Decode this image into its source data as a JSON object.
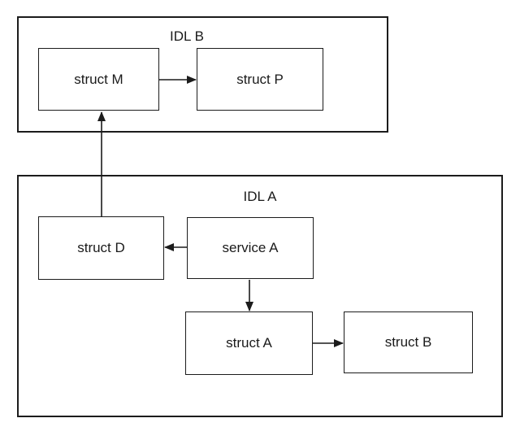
{
  "diagram": {
    "type": "block-diagram",
    "background_color": "#ffffff",
    "line_color": "#1c1c1c",
    "text_color": "#1a1a1a",
    "groups": [
      {
        "label": "IDL B"
      },
      {
        "label": "IDL A"
      }
    ],
    "nodes": [
      {
        "label": "struct M",
        "group": "IDL B"
      },
      {
        "label": "struct P",
        "group": "IDL B"
      },
      {
        "label": "struct D",
        "group": "IDL A"
      },
      {
        "label": "service A",
        "group": "IDL A"
      },
      {
        "label": "struct A",
        "group": "IDL A"
      },
      {
        "label": "struct B",
        "group": "IDL A"
      }
    ],
    "edges": [
      {
        "from": "struct M",
        "to": "struct P",
        "direction": "right"
      },
      {
        "from": "struct D",
        "to": "struct M",
        "direction": "up"
      },
      {
        "from": "service A",
        "to": "struct D",
        "direction": "left"
      },
      {
        "from": "service A",
        "to": "struct A",
        "direction": "down"
      },
      {
        "from": "struct A",
        "to": "struct B",
        "direction": "right"
      }
    ]
  }
}
